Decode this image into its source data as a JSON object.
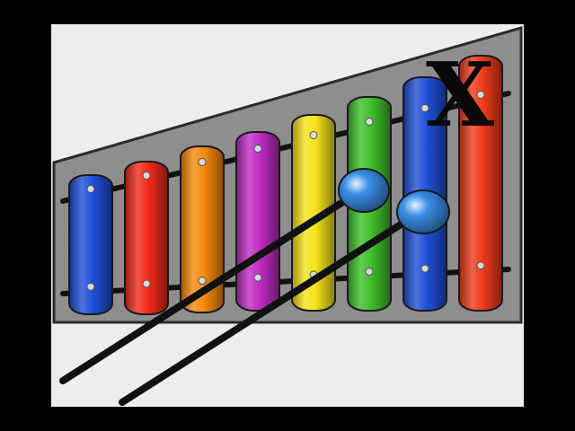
{
  "scene": {
    "letter": "X",
    "colors": {
      "outer_background": "#000000",
      "panel_background": "#ededed",
      "frame_fill": "#8e8e8e",
      "frame_stroke": "#2b2b2b",
      "rail": "#111111",
      "mallet_stick": "#111111",
      "mallet_head": "#3a8ee6",
      "peg": "#d9d9d9",
      "letter_color": "#0a0a0a"
    },
    "bars": [
      {
        "name": "blue",
        "color": "#1f4fd8"
      },
      {
        "name": "red",
        "color": "#ef2b1a"
      },
      {
        "name": "orange",
        "color": "#f58a0c"
      },
      {
        "name": "magenta",
        "color": "#c02bc4"
      },
      {
        "name": "yellow",
        "color": "#f4e21a"
      },
      {
        "name": "green",
        "color": "#3fbf2a"
      },
      {
        "name": "blue",
        "color": "#1f4fd8"
      },
      {
        "name": "red",
        "color": "#ef3b1a"
      }
    ],
    "mallets": [
      {
        "name": "left"
      },
      {
        "name": "right"
      }
    ]
  }
}
